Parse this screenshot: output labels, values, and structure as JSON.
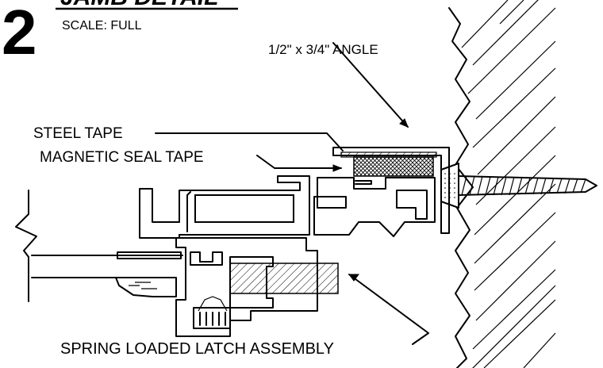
{
  "detail": {
    "number": "2",
    "title": "JAMB DETAIL",
    "scale_label": "SCALE:  FULL"
  },
  "callouts": {
    "angle": "1/2\" x 3/4\" ANGLE",
    "steel_tape": "STEEL TAPE",
    "magnetic_seal_tape": "MAGNETIC SEAL TAPE",
    "latch_assembly": "SPRING LOADED LATCH ASSEMBLY"
  }
}
